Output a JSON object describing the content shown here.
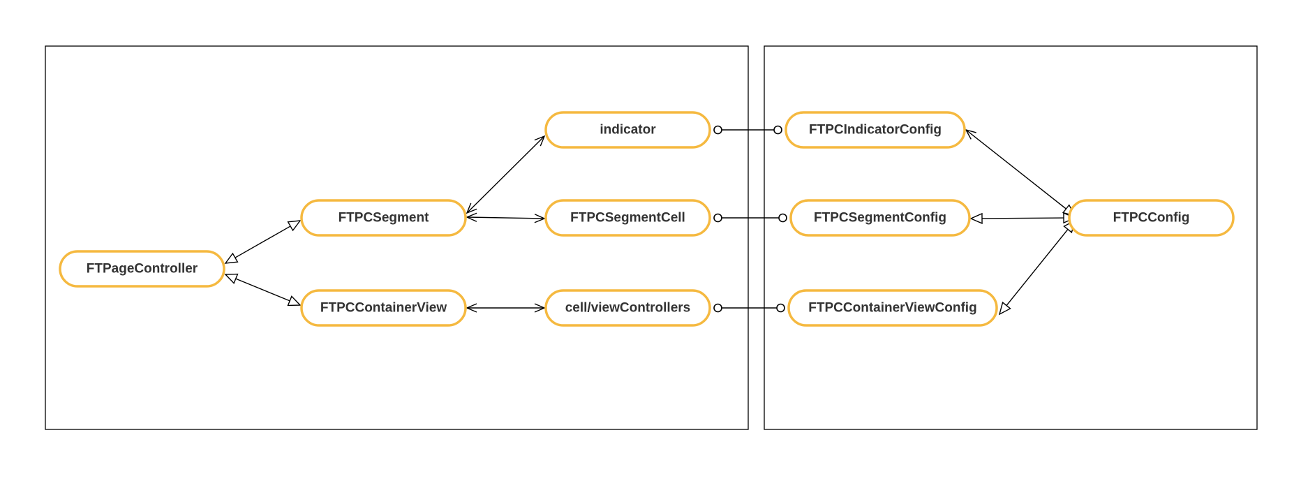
{
  "diagram": {
    "colors": {
      "node_border": "#F5B940",
      "node_fill": "#FFFFFF",
      "node_text": "#333333",
      "line": "#000000",
      "frame": "#000000",
      "background": "#FFFFFF"
    },
    "nodes": {
      "ftpagecontroller": "FTPageController",
      "ftpcsegment": "FTPCSegment",
      "ftpccontainerview": "FTPCContainerView",
      "indicator": "indicator",
      "ftpcsegmentcell": "FTPCSegmentCell",
      "cell_viewcontrollers": "cell/viewControllers",
      "ftpcindicatorconfig": "FTPCIndicatorConfig",
      "ftpcsegmentconfig": "FTPCSegmentConfig",
      "ftpccontainerviewconfig": "FTPCContainerViewConfig",
      "ftpcconfig": "FTPCConfig"
    },
    "edges": [
      {
        "id": "ftpagecontroller-ftpcsegment",
        "from": "ftpagecontroller",
        "to": "ftpcsegment",
        "start_marker": "open-triangle",
        "end_marker": "open-triangle"
      },
      {
        "id": "ftpagecontroller-ftpccontainerview",
        "from": "ftpagecontroller",
        "to": "ftpccontainerview",
        "start_marker": "open-triangle",
        "end_marker": "open-triangle"
      },
      {
        "id": "ftpcsegment-indicator",
        "from": "ftpcsegment",
        "to": "indicator",
        "start_marker": "arrow",
        "end_marker": "arrow"
      },
      {
        "id": "ftpcsegment-ftpcsegmentcell",
        "from": "ftpcsegment",
        "to": "ftpcsegmentcell",
        "start_marker": "arrow",
        "end_marker": "arrow"
      },
      {
        "id": "ftpccontainerview-cell_viewcontrollers",
        "from": "ftpccontainerview",
        "to": "cell_viewcontrollers",
        "start_marker": "arrow",
        "end_marker": "arrow"
      },
      {
        "id": "indicator-ftpcindicatorconfig",
        "from": "indicator",
        "to": "ftpcindicatorconfig",
        "start_marker": "circle",
        "end_marker": "circle"
      },
      {
        "id": "ftpcsegmentcell-ftpcsegmentconfig",
        "from": "ftpcsegmentcell",
        "to": "ftpcsegmentconfig",
        "start_marker": "circle",
        "end_marker": "circle"
      },
      {
        "id": "cell_viewcontrollers-ftpccontainerviewconfig",
        "from": "cell_viewcontrollers",
        "to": "ftpccontainerviewconfig",
        "start_marker": "circle",
        "end_marker": "circle"
      },
      {
        "id": "ftpcindicatorconfig-ftpcconfig",
        "from": "ftpcindicatorconfig",
        "to": "ftpcconfig",
        "start_marker": "arrow",
        "end_marker": "open-triangle"
      },
      {
        "id": "ftpcsegmentconfig-ftpcconfig",
        "from": "ftpcsegmentconfig",
        "to": "ftpcconfig",
        "start_marker": "open-triangle",
        "end_marker": "open-triangle"
      },
      {
        "id": "ftpccontainerviewconfig-ftpcconfig",
        "from": "ftpccontainerviewconfig",
        "to": "ftpcconfig",
        "start_marker": "open-triangle",
        "end_marker": "open-triangle"
      }
    ]
  }
}
